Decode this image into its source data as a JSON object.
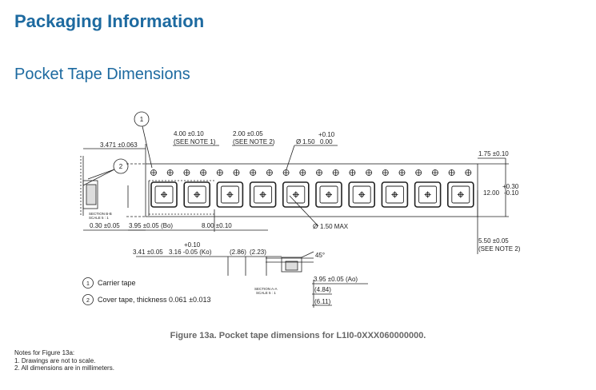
{
  "heading": "Packaging Information",
  "subheading": "Pocket Tape Dimensions",
  "drawing": {
    "callout_1": "1",
    "callout_2": "2",
    "dim_pitch_label": "4.00 ±0.10",
    "dim_pitch_note": "(SEE NOTE 1)",
    "dim_p2_label": "2.00 ±0.05",
    "dim_p2_note": "(SEE NOTE 2)",
    "dim_hole_tol": "+0.10",
    "dim_hole_label": "1.50",
    "dim_hole_tol_low": "0.00",
    "dim_left": "3.471 ±0.063",
    "dim_e1": "1.75 ±0.10",
    "dim_w_tol": "+0.30",
    "dim_w_label": "12.00",
    "dim_w_tol_low": "-0.10",
    "dim_f": "5.50 ±0.05",
    "dim_f_note": "(SEE NOTE 2)",
    "section_bb": "SECTION B-B",
    "scale_bb": "SCALE 5 : 1",
    "dim_thick": "0.30 ±0.05",
    "dim_bo": "3.95 ±0.05 (Bo)",
    "dim_pocket_pitch": "8.00 ±0.10",
    "dim_hole_max": "1.50 MAX",
    "dim_ko_tol": "+0.10",
    "dim_341": "3.41 ±0.05",
    "dim_ko": "3.16 -0.05 (Ko)",
    "dim_286": "(2.86)",
    "dim_223": "(2.23)",
    "angle": "45°",
    "section_aa": "SECTION A-A",
    "scale_aa": "SCALE 5 : 1",
    "dim_ao": "3.95 ±0.05 (Ao)",
    "dim_484": "(4.84)",
    "dim_611": "(6.11)",
    "legend_1": "Carrier tape",
    "legend_2": "Cover tape, thickness 0.061 ±0.013"
  },
  "caption": "Figure 13a. Pocket tape dimensions for L1I0-0XXX060000000.",
  "notes": {
    "title": "Notes for Figure 13a:",
    "items": [
      "1.  Drawings are not to scale.",
      "2.  All dimensions are in millimeters."
    ]
  }
}
